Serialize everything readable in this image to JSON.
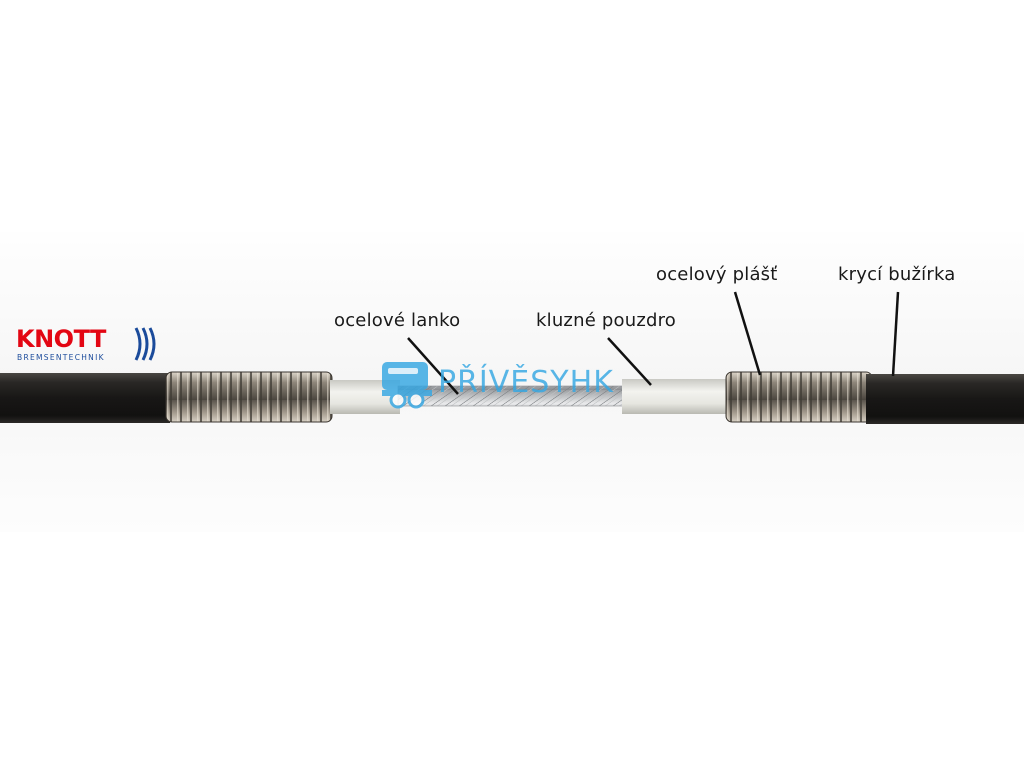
{
  "brand": {
    "name": "KNOTT",
    "tagline": "BREMSENTECHNIK",
    "color": "#e30613",
    "accent": "#1b4b9b"
  },
  "watermark": {
    "text": "PŘÍVĚSYHK",
    "color": "#35a7e3",
    "icon": "trailer-icon"
  },
  "callouts": {
    "steel_cable": "ocelové lanko",
    "sliding_sleeve": "kluzné pouzdro",
    "steel_sheath": "ocelový plášť",
    "cover_tube": "krycí bužírka"
  }
}
